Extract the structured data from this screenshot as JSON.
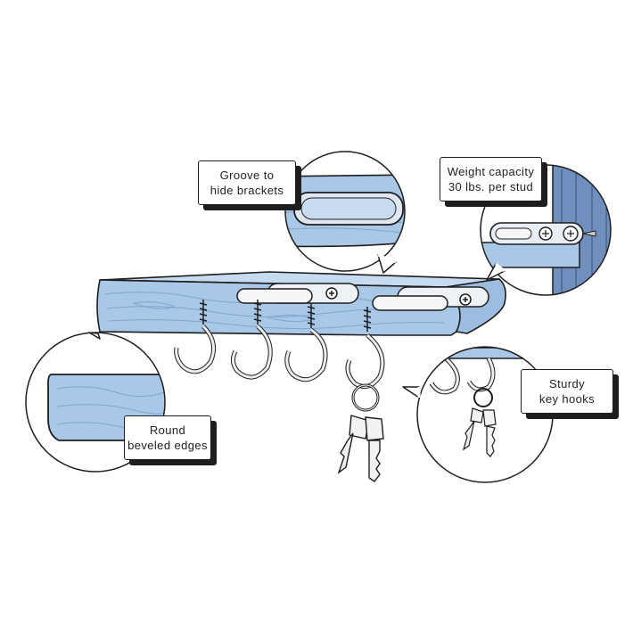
{
  "callouts": {
    "groove": {
      "line1": "Groove to",
      "line2": "hide brackets"
    },
    "weight": {
      "line1": "Weight capacity",
      "line2": "30 lbs. per stud"
    },
    "edges": {
      "line1": "Round",
      "line2": "beveled edges"
    },
    "hooks": {
      "line1": "Sturdy",
      "line2": "key hooks"
    }
  },
  "colors": {
    "wood": "#a9c7e6",
    "wood_dark": "#7fa6cf",
    "wall": "#6f8fbf",
    "outline": "#1e1e1e",
    "metal": "#e8e8e8"
  },
  "icons": [
    "key-icon",
    "screw-hook-icon",
    "bracket-icon",
    "screw-icon"
  ]
}
